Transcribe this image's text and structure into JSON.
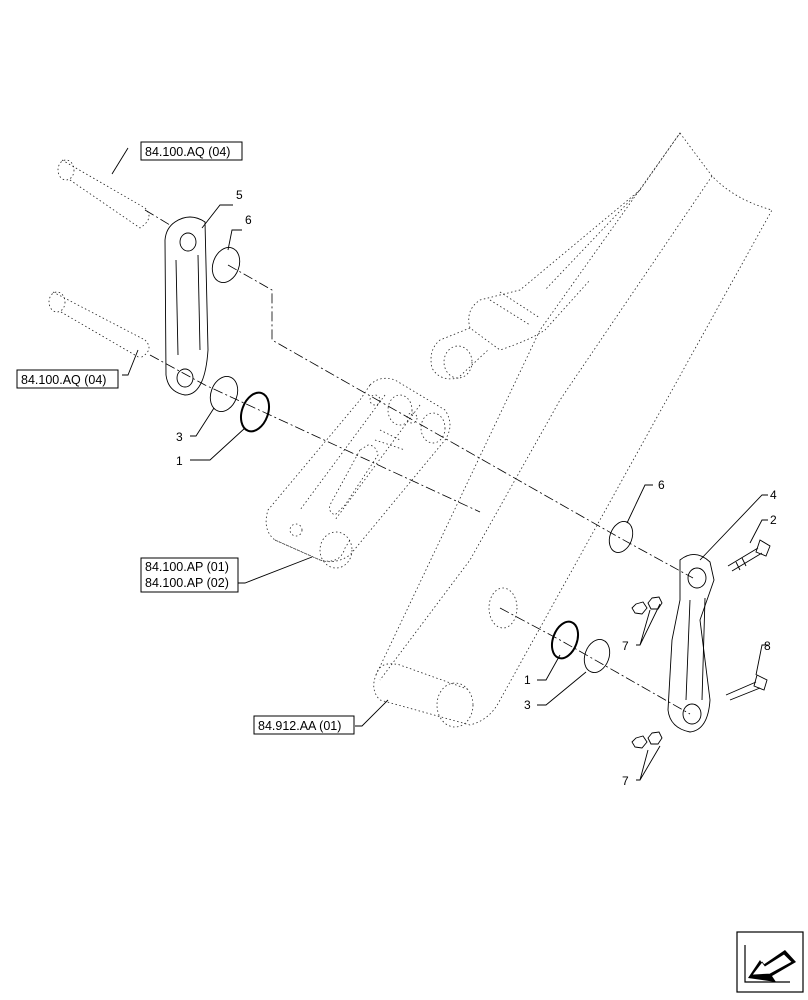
{
  "references": {
    "ref_pin_top": "84.100.AQ (04)",
    "ref_pin_bottom": "84.100.AQ (04)",
    "ref_link_01": "84.100.AP (01)",
    "ref_link_02": "84.100.AP (02)",
    "ref_boom": "84.912.AA (01)"
  },
  "callouts": {
    "c5": "5",
    "c6_left": "6",
    "c3_left": "3",
    "c1_left": "1",
    "c6_right": "6",
    "c4": "4",
    "c2": "2",
    "c7_upper": "7",
    "c8": "8",
    "c1_right": "1",
    "c3_right": "3",
    "c7_lower": "7"
  },
  "icons": {
    "navigation": "next-page-arrow-icon"
  }
}
